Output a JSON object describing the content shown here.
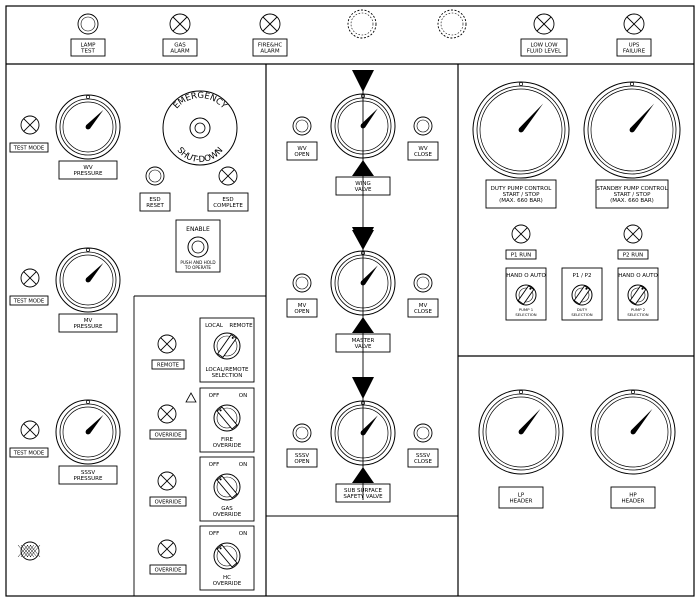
{
  "top_indicators": [
    {
      "label_lines": [
        "LAMP",
        "TEST"
      ],
      "lamp": "plain"
    },
    {
      "label_lines": [
        "GAS",
        "ALARM"
      ],
      "lamp": "cross"
    },
    {
      "label_lines": [
        "FIRE&HC",
        "ALARM"
      ],
      "lamp": "cross"
    },
    {
      "label_lines": [],
      "lamp": "dashed"
    },
    {
      "label_lines": [],
      "lamp": "dashed"
    },
    {
      "label_lines": [
        "LOW LOW",
        "FLUID LEVEL"
      ],
      "lamp": "cross"
    },
    {
      "label_lines": [
        "UPS",
        "FAILURE"
      ],
      "lamp": "cross"
    }
  ],
  "left_section": {
    "test_mode_label": "TEST MODE",
    "gauges": [
      {
        "label_lines": [
          "WV",
          "PRESSURE"
        ]
      },
      {
        "label_lines": [
          "MV",
          "PRESSURE"
        ]
      },
      {
        "label_lines": [
          "SSSV",
          "PRESSURE"
        ]
      }
    ],
    "emergency": {
      "top_text": "EMERGENCY",
      "bottom_text": "SHUT-DOWN"
    },
    "esd_reset": [
      "ESD",
      "RESET"
    ],
    "esd_complete": [
      "ESD",
      "COMPLETE"
    ],
    "enable": {
      "title": "ENABLE",
      "note_lines": [
        "PUSH AND HOLD",
        "TO OPERATE"
      ]
    }
  },
  "override_section": {
    "remote_label": "REMOTE",
    "override_label": "OVERRIDE",
    "local_remote": {
      "left": "LOCAL",
      "right": "REMOTE",
      "label_lines": [
        "LOCAL/REMOTE",
        "SELECTION"
      ]
    },
    "switches": [
      {
        "off": "OFF",
        "on": "ON",
        "label_lines": [
          "FIRE",
          "OVERRIDE"
        ]
      },
      {
        "off": "OFF",
        "on": "ON",
        "label_lines": [
          "GAS",
          "OVERRIDE"
        ]
      },
      {
        "off": "OFF",
        "on": "ON",
        "label_lines": [
          "HC",
          "OVERRIDE"
        ]
      }
    ]
  },
  "valve_section": {
    "valves": [
      {
        "open_lines": [
          "WV",
          "OPEN"
        ],
        "close_lines": [
          "WV",
          "CLOSE"
        ],
        "name_lines": [
          "WING",
          "VALVE"
        ]
      },
      {
        "open_lines": [
          "MV",
          "OPEN"
        ],
        "close_lines": [
          "MV",
          "CLOSE"
        ],
        "name_lines": [
          "MASTER",
          "VALVE"
        ]
      },
      {
        "open_lines": [
          "SSSV",
          "OPEN"
        ],
        "close_lines": [
          "SSSV",
          "CLOSE"
        ],
        "name_lines": [
          "SUB SURFACE",
          "SAFETY VALVE"
        ]
      }
    ]
  },
  "pump_section": {
    "duty": [
      "DUTY PUMP CONTROL",
      "START / STOP",
      "(MAX. 660 BAR)"
    ],
    "standby": [
      "STANDBY PUMP CONTROL",
      "START / STOP",
      "(MAX. 660 BAR)"
    ],
    "p1_run": "P1 RUN",
    "p2_run": "P2 RUN",
    "selectors": [
      {
        "top": "HAND O AUTO",
        "bottom_lines": [
          "PUMP 1",
          "SELECTION"
        ]
      },
      {
        "top": "P1 / P2",
        "bottom_lines": [
          "DUTY",
          "SELECTION"
        ]
      },
      {
        "top": "HAND O AUTO",
        "bottom_lines": [
          "PUMP 2",
          "SELECTION"
        ]
      }
    ]
  },
  "header_section": {
    "lp": [
      "LP",
      "HEADER"
    ],
    "hp": [
      "HP",
      "HEADER"
    ]
  }
}
